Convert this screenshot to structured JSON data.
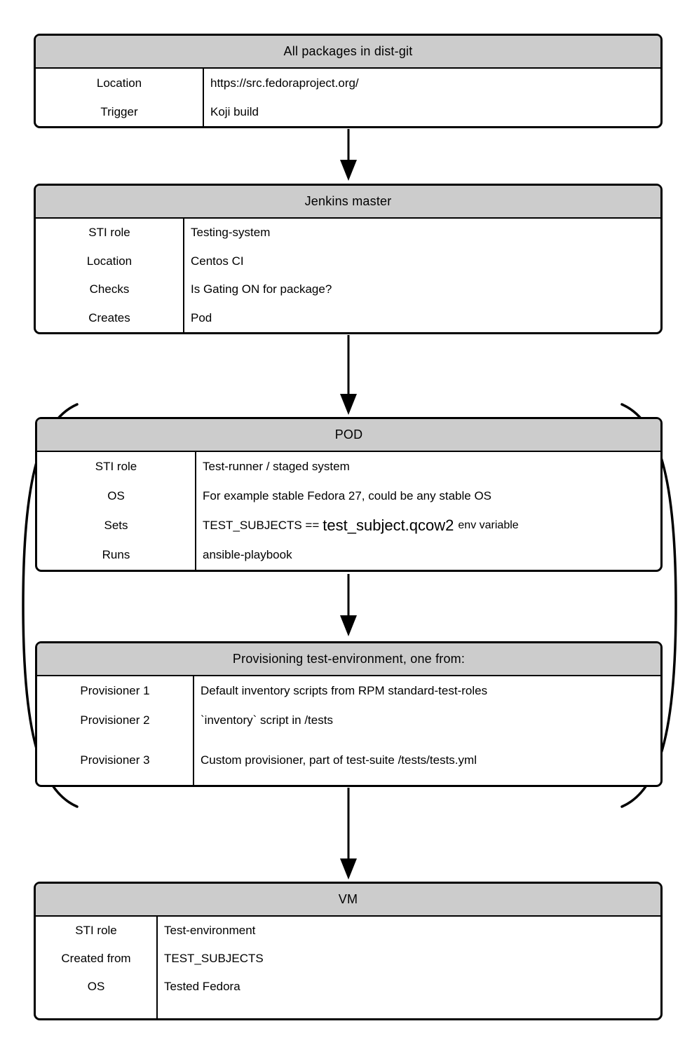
{
  "colors": {
    "background": "#ffffff",
    "node_fill": "#ffffff",
    "header_fill": "#cccccc",
    "border": "#000000"
  },
  "decorations": {
    "connector_icon": "down-arrow-icon",
    "grouping_icon": "parentheses-bracket",
    "grouping_note": "large parentheses enclose the POD and Provisioning nodes"
  },
  "connectors": [
    {
      "from": "All packages in dist-git",
      "to": "Jenkins master"
    },
    {
      "from": "Jenkins master",
      "to": "POD"
    },
    {
      "from": "POD",
      "to": "Provisioning test-environment, one from:"
    },
    {
      "from": "Provisioning test-environment, one from:",
      "to": "VM"
    }
  ],
  "boxes": [
    {
      "title": "All packages in dist-git",
      "rows": [
        {
          "label": "Location",
          "value": "https://src.fedoraproject.org/"
        },
        {
          "label": "Trigger",
          "value": "Koji build"
        }
      ]
    },
    {
      "title": "Jenkins master",
      "rows": [
        {
          "label": "STI role",
          "value": "Testing-system"
        },
        {
          "label": "Location",
          "value": "Centos CI"
        },
        {
          "label": "Checks",
          "value": "Is Gating ON for package?"
        },
        {
          "label": "Creates",
          "value": "Pod"
        }
      ]
    },
    {
      "title": "POD",
      "rows": [
        {
          "label": "STI role",
          "value": "Test-runner / staged system"
        },
        {
          "label": "OS",
          "value": "For example stable Fedora 27, could be any stable OS"
        },
        {
          "label": "Sets",
          "parts": {
            "prefix": "TEST_SUBJECTS ==",
            "emphasis": "test_subject.qcow2",
            "suffix": "env variable"
          }
        },
        {
          "label": "Runs",
          "value": "ansible-playbook"
        }
      ]
    },
    {
      "title": "Provisioning test-environment, one from:",
      "rows": [
        {
          "label": "Provisioner 1",
          "value": "Default inventory scripts from RPM standard-test-roles"
        },
        {
          "label": "Provisioner 2",
          "value": "`inventory` script in /tests"
        },
        {
          "label": "Provisioner 3",
          "value": "Custom provisioner, part of test-suite /tests/tests.yml"
        }
      ]
    },
    {
      "title": "VM",
      "rows": [
        {
          "label": "STI role",
          "value": "Test-environment"
        },
        {
          "label": "Created from",
          "value": "TEST_SUBJECTS"
        },
        {
          "label": "OS",
          "value": "Tested Fedora"
        }
      ]
    }
  ]
}
